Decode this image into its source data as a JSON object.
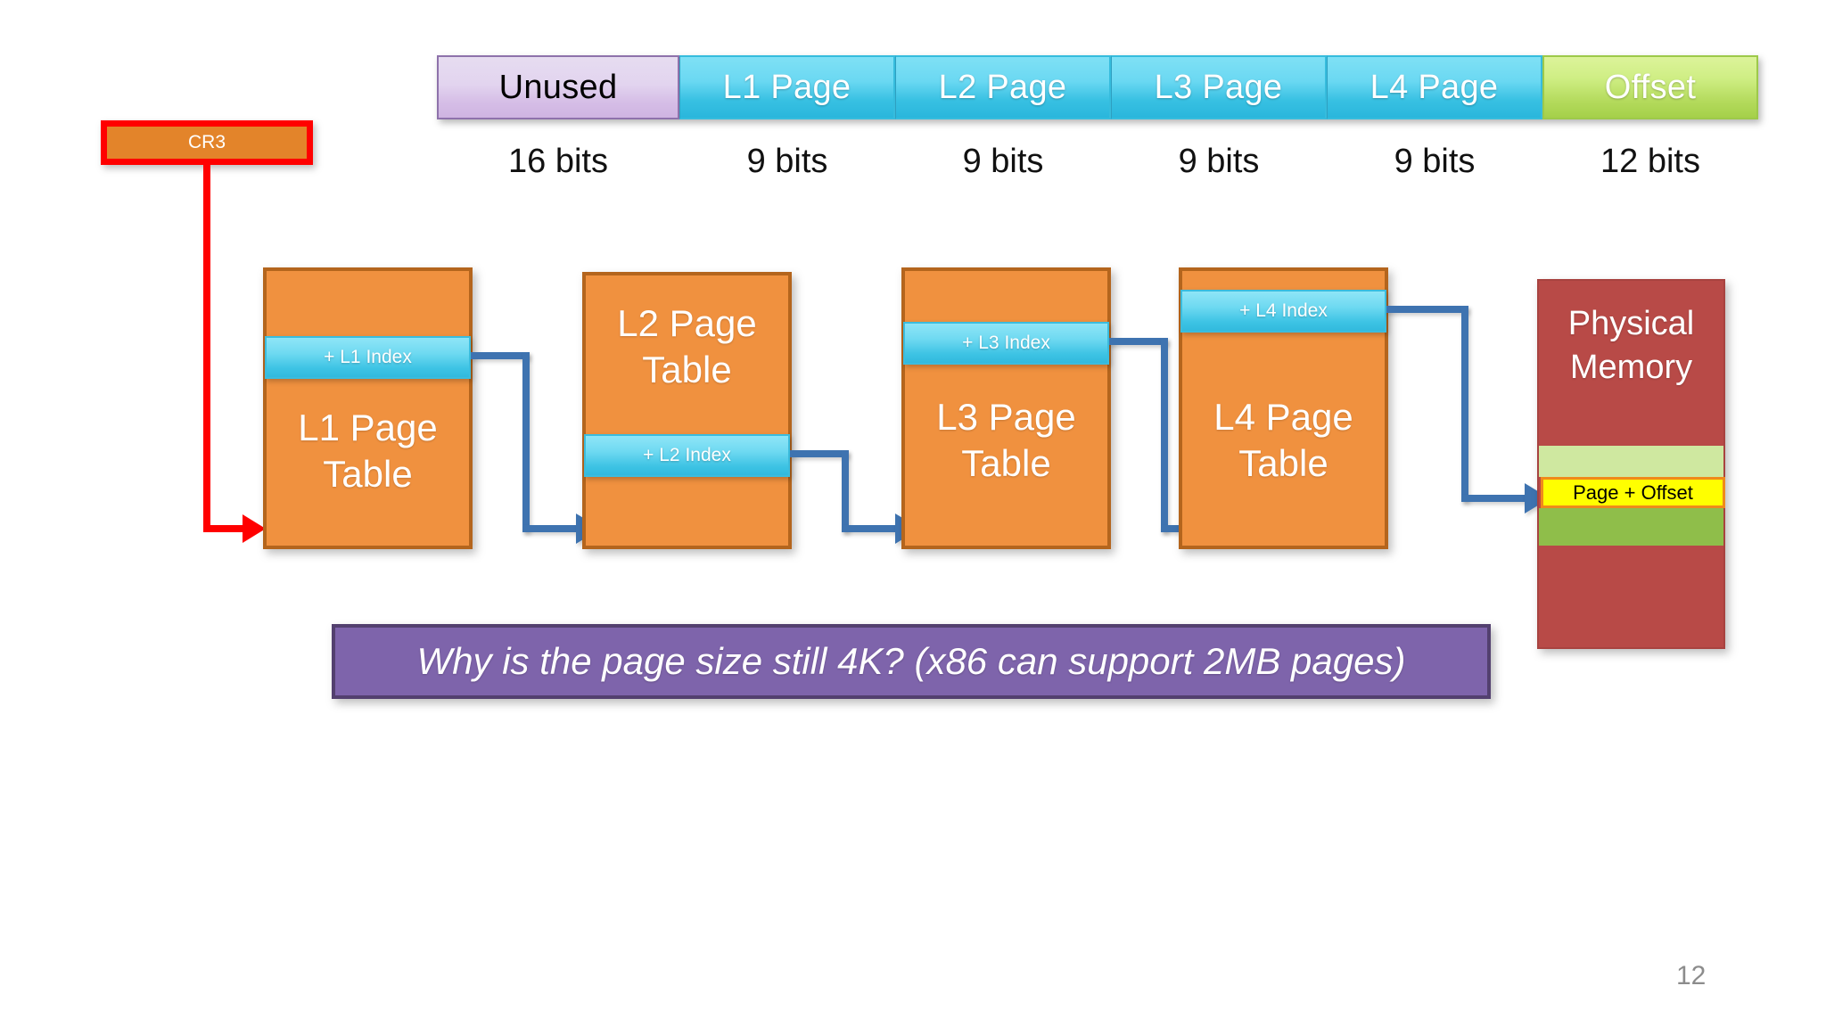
{
  "slide": {
    "number": "12",
    "question": "Why is the page size still 4K? (x86 can support 2MB pages)"
  },
  "register": {
    "label": "CR3"
  },
  "address_bar": {
    "fields": [
      {
        "name": "Unused",
        "bits": "16 bits",
        "color": "#d5bde6"
      },
      {
        "name": "L1 Page",
        "bits": "9 bits",
        "color": "#37c0e2"
      },
      {
        "name": "L2 Page",
        "bits": "9 bits",
        "color": "#37c0e2"
      },
      {
        "name": "L3 Page",
        "bits": "9 bits",
        "color": "#37c0e2"
      },
      {
        "name": "L4 Page",
        "bits": "9 bits",
        "color": "#37c0e2"
      },
      {
        "name": "Offset",
        "bits": "12 bits",
        "color": "#b2d95a"
      }
    ]
  },
  "page_tables": [
    {
      "title": "L1 Page\nTable",
      "index_label": "+ L1 Index"
    },
    {
      "title": "L2 Page\nTable",
      "index_label": "+ L2 Index"
    },
    {
      "title": "L3 Page\nTable",
      "index_label": "+ L3 Index"
    },
    {
      "title": "L4 Page\nTable",
      "index_label": "+ L4 Index"
    }
  ],
  "physical_memory": {
    "title": "Physical\nMemory",
    "highlight_label": "Page + Offset",
    "colors": {
      "body": "#b84a47",
      "band_light": "#cfe8a0",
      "band_dark": "#8fbe4a",
      "highlight_fill": "#ffff00",
      "highlight_border": "#f08a1a"
    }
  },
  "colors": {
    "table_fill": "#f0913f",
    "table_border": "#b4651d",
    "index_fill": "#3dc3e4",
    "cr3_fill": "#e3842a",
    "cr3_border": "#ff0000",
    "connector_blue": "#3e73b0",
    "connector_red": "#ff0000",
    "banner_fill": "#7e64ab",
    "banner_border": "#53406f"
  }
}
